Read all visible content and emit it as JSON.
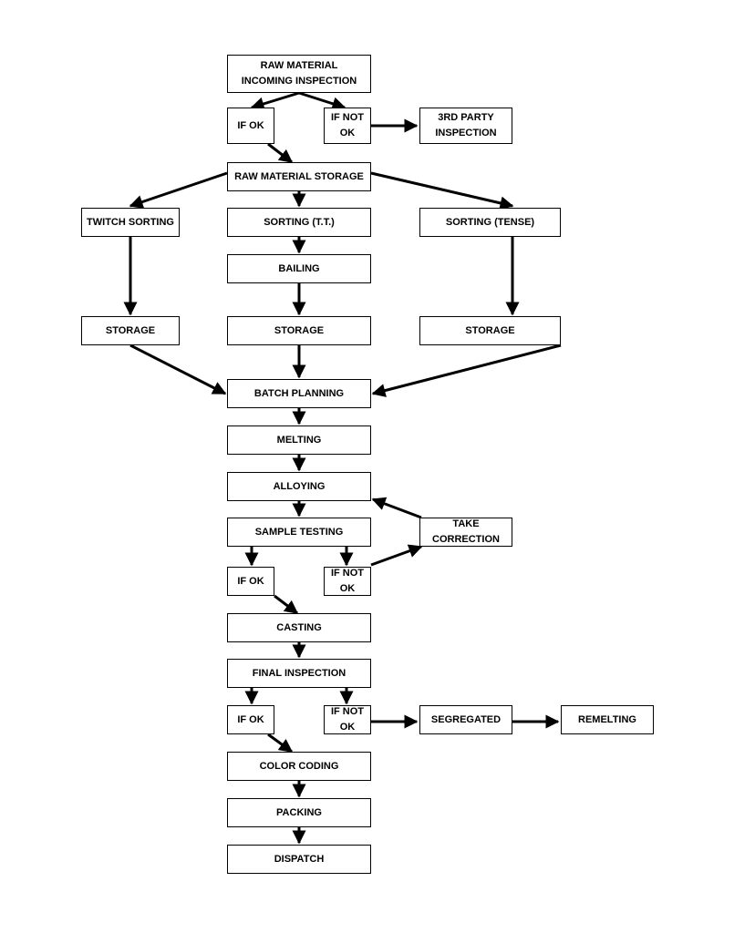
{
  "diagram": {
    "nodes": {
      "raw_material_inspection": "RAW MATERIAL\nINCOMING INSPECTION",
      "if_ok_1": "IF OK",
      "if_not_ok_1": "IF NOT\nOK",
      "third_party_inspection": "3RD PARTY\nINSPECTION",
      "raw_material_storage": "RAW MATERIAL STORAGE",
      "twitch_sorting": "TWITCH SORTING",
      "sorting_tt": "SORTING (T.T.)",
      "sorting_tense": "SORTING (TENSE)",
      "bailing": "BAILING",
      "storage_left": "STORAGE",
      "storage_center": "STORAGE",
      "storage_right": "STORAGE",
      "batch_planning": "BATCH PLANNING",
      "melting": "MELTING",
      "alloying": "ALLOYING",
      "sample_testing": "SAMPLE TESTING",
      "take_correction": "TAKE\nCORRECTION",
      "if_ok_2": "IF OK",
      "if_not_ok_2": "IF NOT\nOK",
      "casting": "CASTING",
      "final_inspection": "FINAL INSPECTION",
      "if_ok_3": "IF OK",
      "if_not_ok_3": "IF NOT\nOK",
      "segregated": "SEGREGATED",
      "remelting": "REMELTING",
      "color_coding": "COLOR CODING",
      "packing": "PACKING",
      "dispatch": "DISPATCH"
    },
    "edges": [
      [
        "raw_material_inspection",
        "if_ok_1"
      ],
      [
        "raw_material_inspection",
        "if_not_ok_1"
      ],
      [
        "if_not_ok_1",
        "third_party_inspection"
      ],
      [
        "if_ok_1",
        "raw_material_storage"
      ],
      [
        "raw_material_storage",
        "twitch_sorting"
      ],
      [
        "raw_material_storage",
        "sorting_tt"
      ],
      [
        "raw_material_storage",
        "sorting_tense"
      ],
      [
        "sorting_tt",
        "bailing"
      ],
      [
        "bailing",
        "storage_center"
      ],
      [
        "twitch_sorting",
        "storage_left"
      ],
      [
        "sorting_tense",
        "storage_right"
      ],
      [
        "storage_left",
        "batch_planning"
      ],
      [
        "storage_center",
        "batch_planning"
      ],
      [
        "storage_right",
        "batch_planning"
      ],
      [
        "batch_planning",
        "melting"
      ],
      [
        "melting",
        "alloying"
      ],
      [
        "alloying",
        "sample_testing"
      ],
      [
        "sample_testing",
        "if_ok_2"
      ],
      [
        "sample_testing",
        "if_not_ok_2"
      ],
      [
        "if_not_ok_2",
        "take_correction"
      ],
      [
        "take_correction",
        "alloying"
      ],
      [
        "if_ok_2",
        "casting"
      ],
      [
        "casting",
        "final_inspection"
      ],
      [
        "final_inspection",
        "if_ok_3"
      ],
      [
        "final_inspection",
        "if_not_ok_3"
      ],
      [
        "if_not_ok_3",
        "segregated"
      ],
      [
        "segregated",
        "remelting"
      ],
      [
        "if_ok_3",
        "color_coding"
      ],
      [
        "color_coding",
        "packing"
      ],
      [
        "packing",
        "dispatch"
      ]
    ]
  }
}
